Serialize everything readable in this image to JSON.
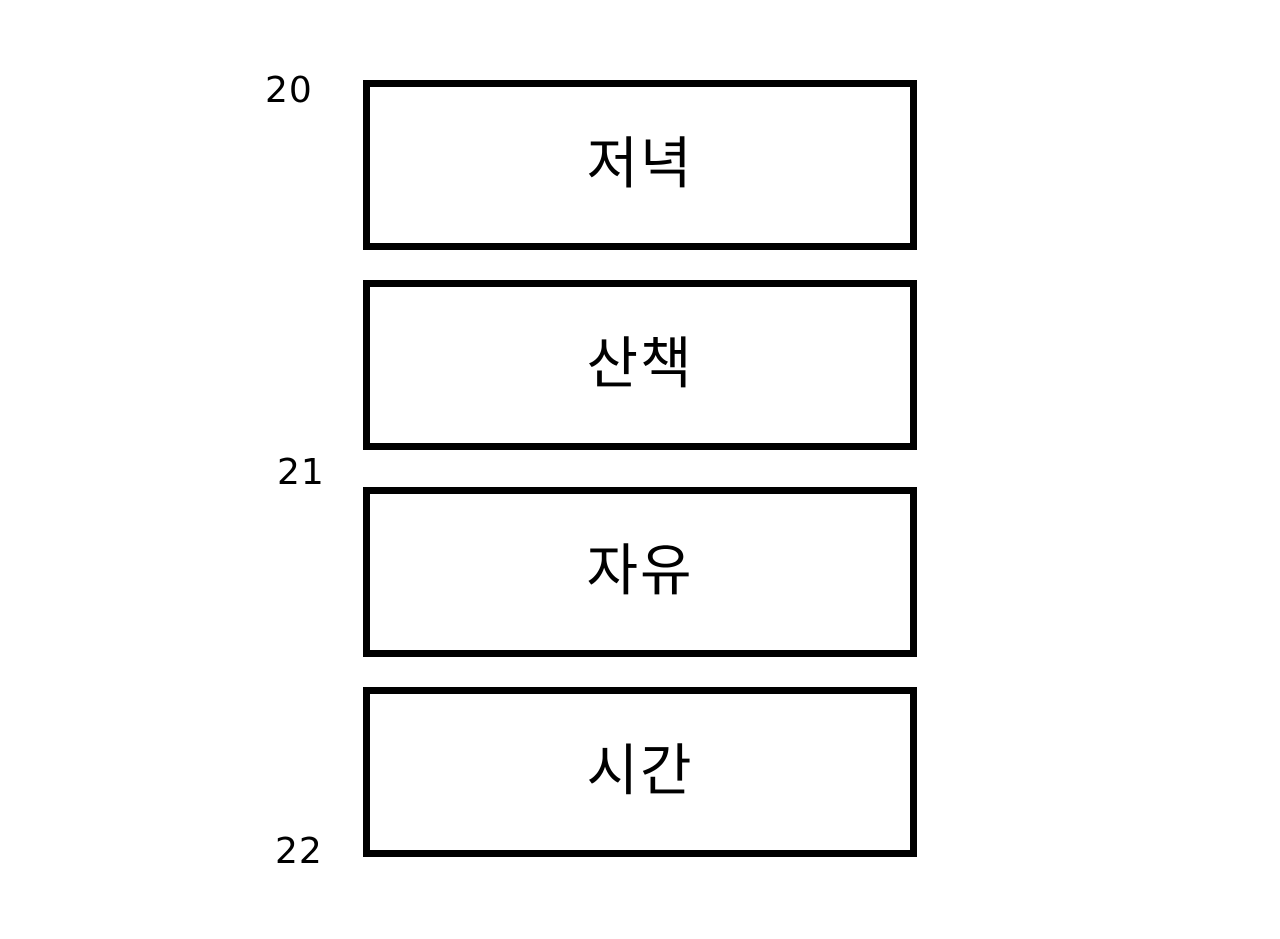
{
  "time_labels": [
    "20",
    "21",
    "22"
  ],
  "blocks": [
    {
      "label": "저녁"
    },
    {
      "label": "산책"
    },
    {
      "label": "자유"
    },
    {
      "label": "시간"
    }
  ],
  "colors": {
    "border": "#000000",
    "background": "#ffffff",
    "text": "#000000"
  }
}
